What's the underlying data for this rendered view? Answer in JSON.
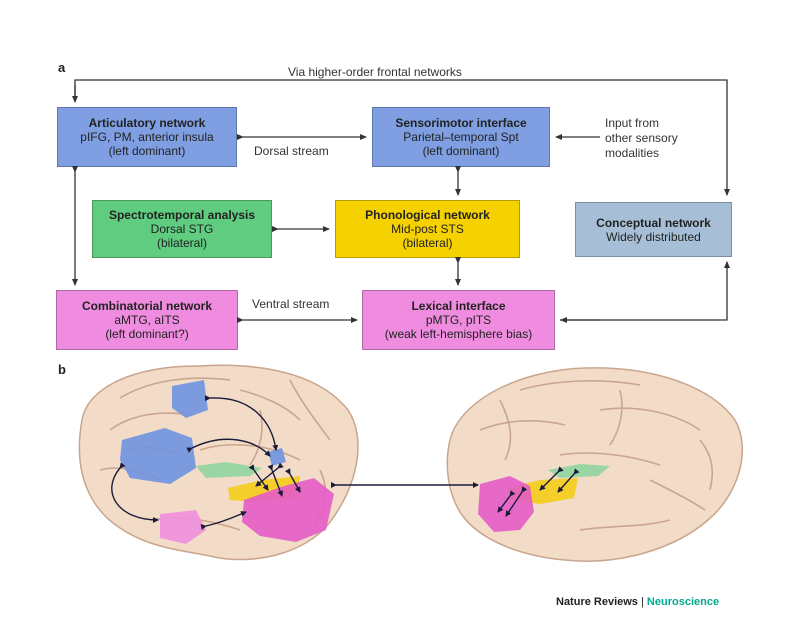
{
  "panels": {
    "a": "a",
    "b": "b"
  },
  "top_feedback_label": "Via higher-order frontal networks",
  "dorsal_label": "Dorsal stream",
  "ventral_label": "Ventral stream",
  "input_note": [
    "Input from",
    "other sensory",
    "modalities"
  ],
  "nodes": {
    "articulatory": {
      "title": "Articulatory network",
      "lines": [
        "pIFG, PM, anterior insula",
        "(left dominant)"
      ],
      "color": "#7f9fe2"
    },
    "sensorimotor": {
      "title": "Sensorimotor interface",
      "lines": [
        "Parietal–temporal Spt",
        "(left dominant)"
      ],
      "color": "#7f9fe2"
    },
    "spectrotemporal": {
      "title": "Spectrotemporal analysis",
      "lines": [
        "Dorsal STG",
        "(bilateral)"
      ],
      "color": "#5fcc80"
    },
    "phonological": {
      "title": "Phonological network",
      "lines": [
        "Mid-post STS",
        "(bilateral)"
      ],
      "color": "#f5d100"
    },
    "conceptual": {
      "title": "Conceptual network",
      "lines": [
        "Widely distributed"
      ],
      "color": "#a7bfd6"
    },
    "combinatorial": {
      "title": "Combinatorial network",
      "lines": [
        "aMTG, aITS",
        "(left dominant?)"
      ],
      "color": "#ef8ce0"
    },
    "lexical": {
      "title": "Lexical interface",
      "lines": [
        "pMTG, pITS",
        "(weak left-hemisphere bias)"
      ],
      "color": "#ef8ce0"
    }
  },
  "brain_colors": {
    "cortex": "#f2dcc8",
    "sulci": "#c9a58e",
    "blue": "#6f93e0",
    "green": "#8fd5a0",
    "yellow": "#f4cc1a",
    "pink": "#e45cc8",
    "light_pink": "#ee8fdc"
  },
  "footer": {
    "journal": "Nature Reviews",
    "separator": "|",
    "section": "Neuroscience"
  },
  "footer_colors": {
    "journal": "#222222",
    "section": "#00a98f"
  }
}
